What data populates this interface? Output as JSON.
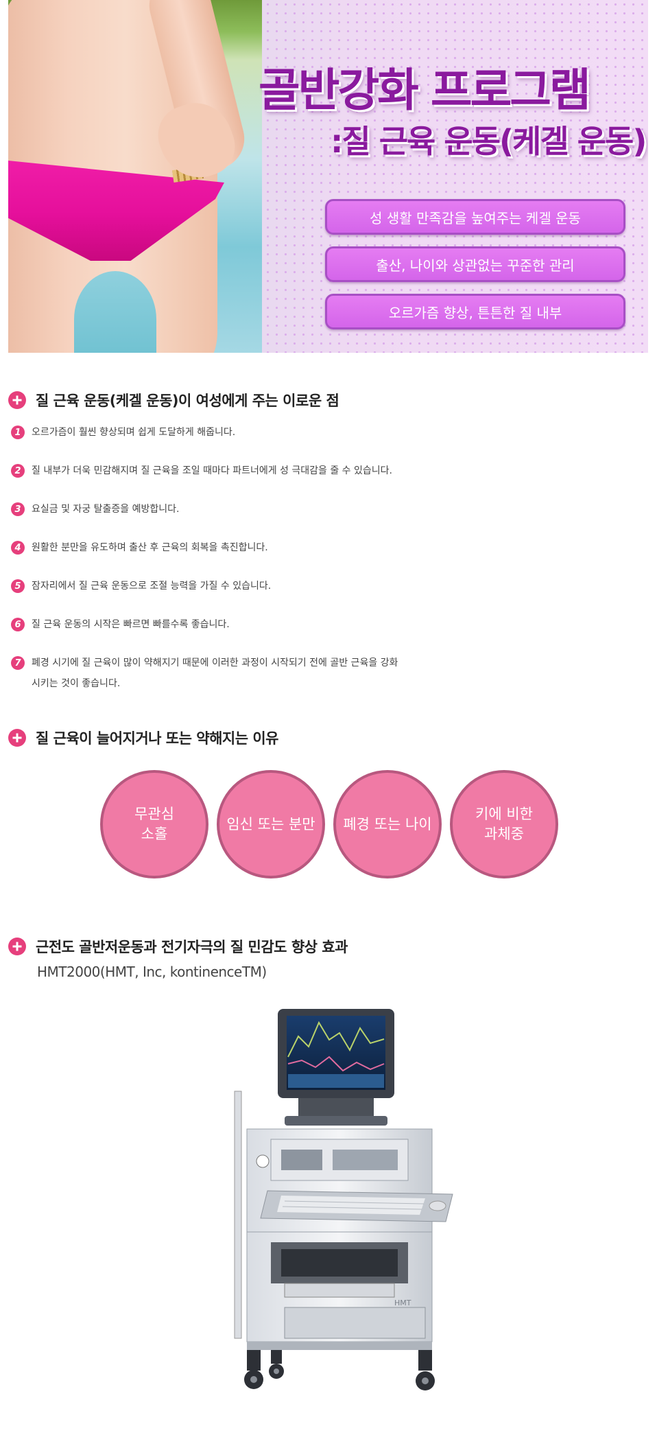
{
  "hero": {
    "title": "골반강화 프로그램",
    "subtitle": ":질 근육 운동(케겔 운동)",
    "pills": [
      "성 생활 만족감을 높여주는 케겔 운동",
      "출산, 나이와 상관없는 꾸준한 관리",
      "오르가즘 향상, 튼튼한 질 내부"
    ]
  },
  "section1": {
    "title": "질 근육 운동(케겔 운동)이 여성에게 주는 이로운 점",
    "items": [
      {
        "num": "1",
        "text": "오르가즘이 훨씬 향상되며 쉽게 도달하게 해줍니다."
      },
      {
        "num": "2",
        "text": "질 내부가 더욱 민감해지며 질 근육을 조일 때마다 파트너에게 성 극대감을 줄 수 있습니다."
      },
      {
        "num": "3",
        "text": "요실금 및 자궁 탈출증을 예방합니다."
      },
      {
        "num": "4",
        "text": "원활한 분만을 유도하며 출산 후 근육의 회복을 촉진합니다."
      },
      {
        "num": "5",
        "text": "잠자리에서 질 근육 운동으로 조절 능력을 가질 수 있습니다."
      },
      {
        "num": "6",
        "text": "질 근육 운동의 시작은 빠르면 빠를수록 좋습니다."
      },
      {
        "num": "7",
        "text": "폐경 시기에 질 근육이 많이 약해지기 때문에 이러한 과정이 시작되기 전에 골반 근육을 강화시키는 것이 좋습니다."
      }
    ]
  },
  "section2": {
    "title": "질 근육이 늘어지거나 또는 약해지는 이유",
    "circles": [
      "무관심\n소홀",
      "임신 또는 분만",
      "폐경 또는 나이",
      "키에 비한\n과체중"
    ]
  },
  "section3": {
    "title": "근전도 골반저운동과 전기자극의 질 민감도 향상 효과",
    "caption": "HMT2000(HMT, Inc, kontinenceTM)",
    "device_logo": "HMT"
  },
  "colors": {
    "accent": "#e63f7c",
    "title_purple": "#8a1a9e",
    "pill_purple": "#da6bec",
    "circle_pink": "#f07aa5"
  }
}
